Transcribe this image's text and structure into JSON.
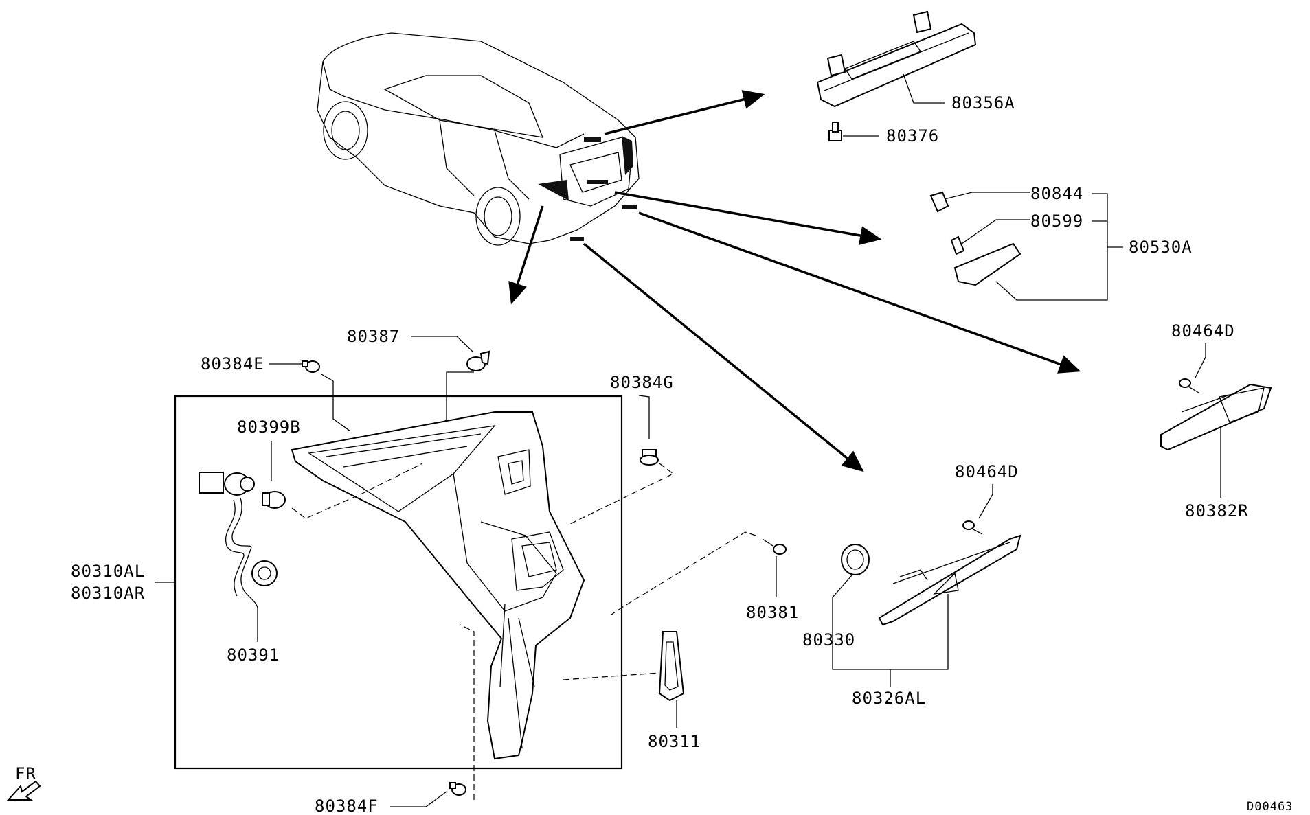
{
  "diagram": {
    "code": "D00463",
    "front_marker": "FR",
    "labels": {
      "p80356A": "80356A",
      "p80376": "80376",
      "p80844": "80844",
      "p80599": "80599",
      "p80530A": "80530A",
      "p80464D_a": "80464D",
      "p80382R": "80382R",
      "p80387": "80387",
      "p80384E": "80384E",
      "p80384G": "80384G",
      "p80399B": "80399B",
      "p80310AL": "80310AL",
      "p80310AR": "80310AR",
      "p80391": "80391",
      "p80381": "80381",
      "p80464D_b": "80464D",
      "p80330": "80330",
      "p80326AL": "80326AL",
      "p80311": "80311",
      "p80384F": "80384F"
    }
  }
}
